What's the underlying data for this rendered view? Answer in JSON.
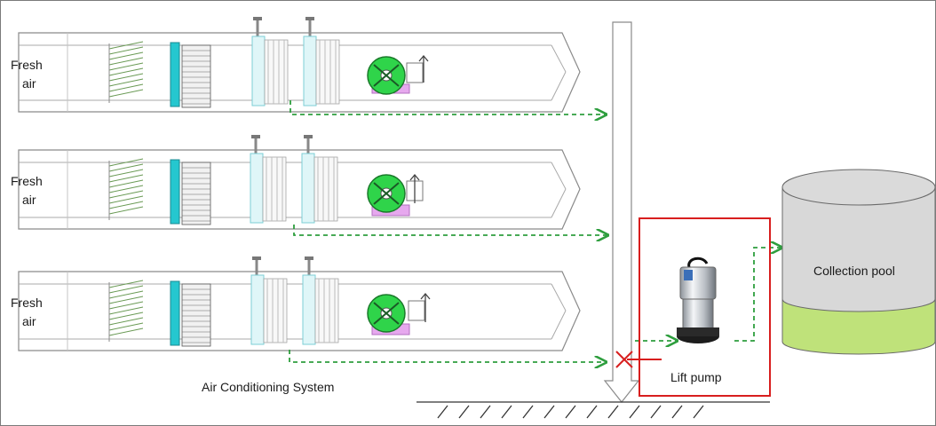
{
  "diagram": {
    "units": [
      {
        "line1": "Fresh",
        "line2": "air"
      },
      {
        "line1": "Fresh",
        "line2": "air"
      },
      {
        "line1": "Fresh",
        "line2": "air"
      }
    ],
    "system_label": "Air Conditioning System",
    "pump_label": "Lift pump",
    "pool_label": "Collection pool",
    "icons": [
      "ahu-filter-icon",
      "fan-icon",
      "pump-icon",
      "collection-tank-icon",
      "no-backflow-cross-icon"
    ],
    "colors": {
      "duct_outline": "#8a8a8a",
      "filter_teal": "#25c7cf",
      "coil_cyan": "#dff6f8",
      "fan_green": "#2fd44a",
      "fan_base": "#e6a8ee",
      "flow_arrow": "#2e9e3e",
      "pump_box": "#d81e1e",
      "pool_top": "#d8d8d8",
      "pool_bottom": "#bfe27a"
    }
  }
}
